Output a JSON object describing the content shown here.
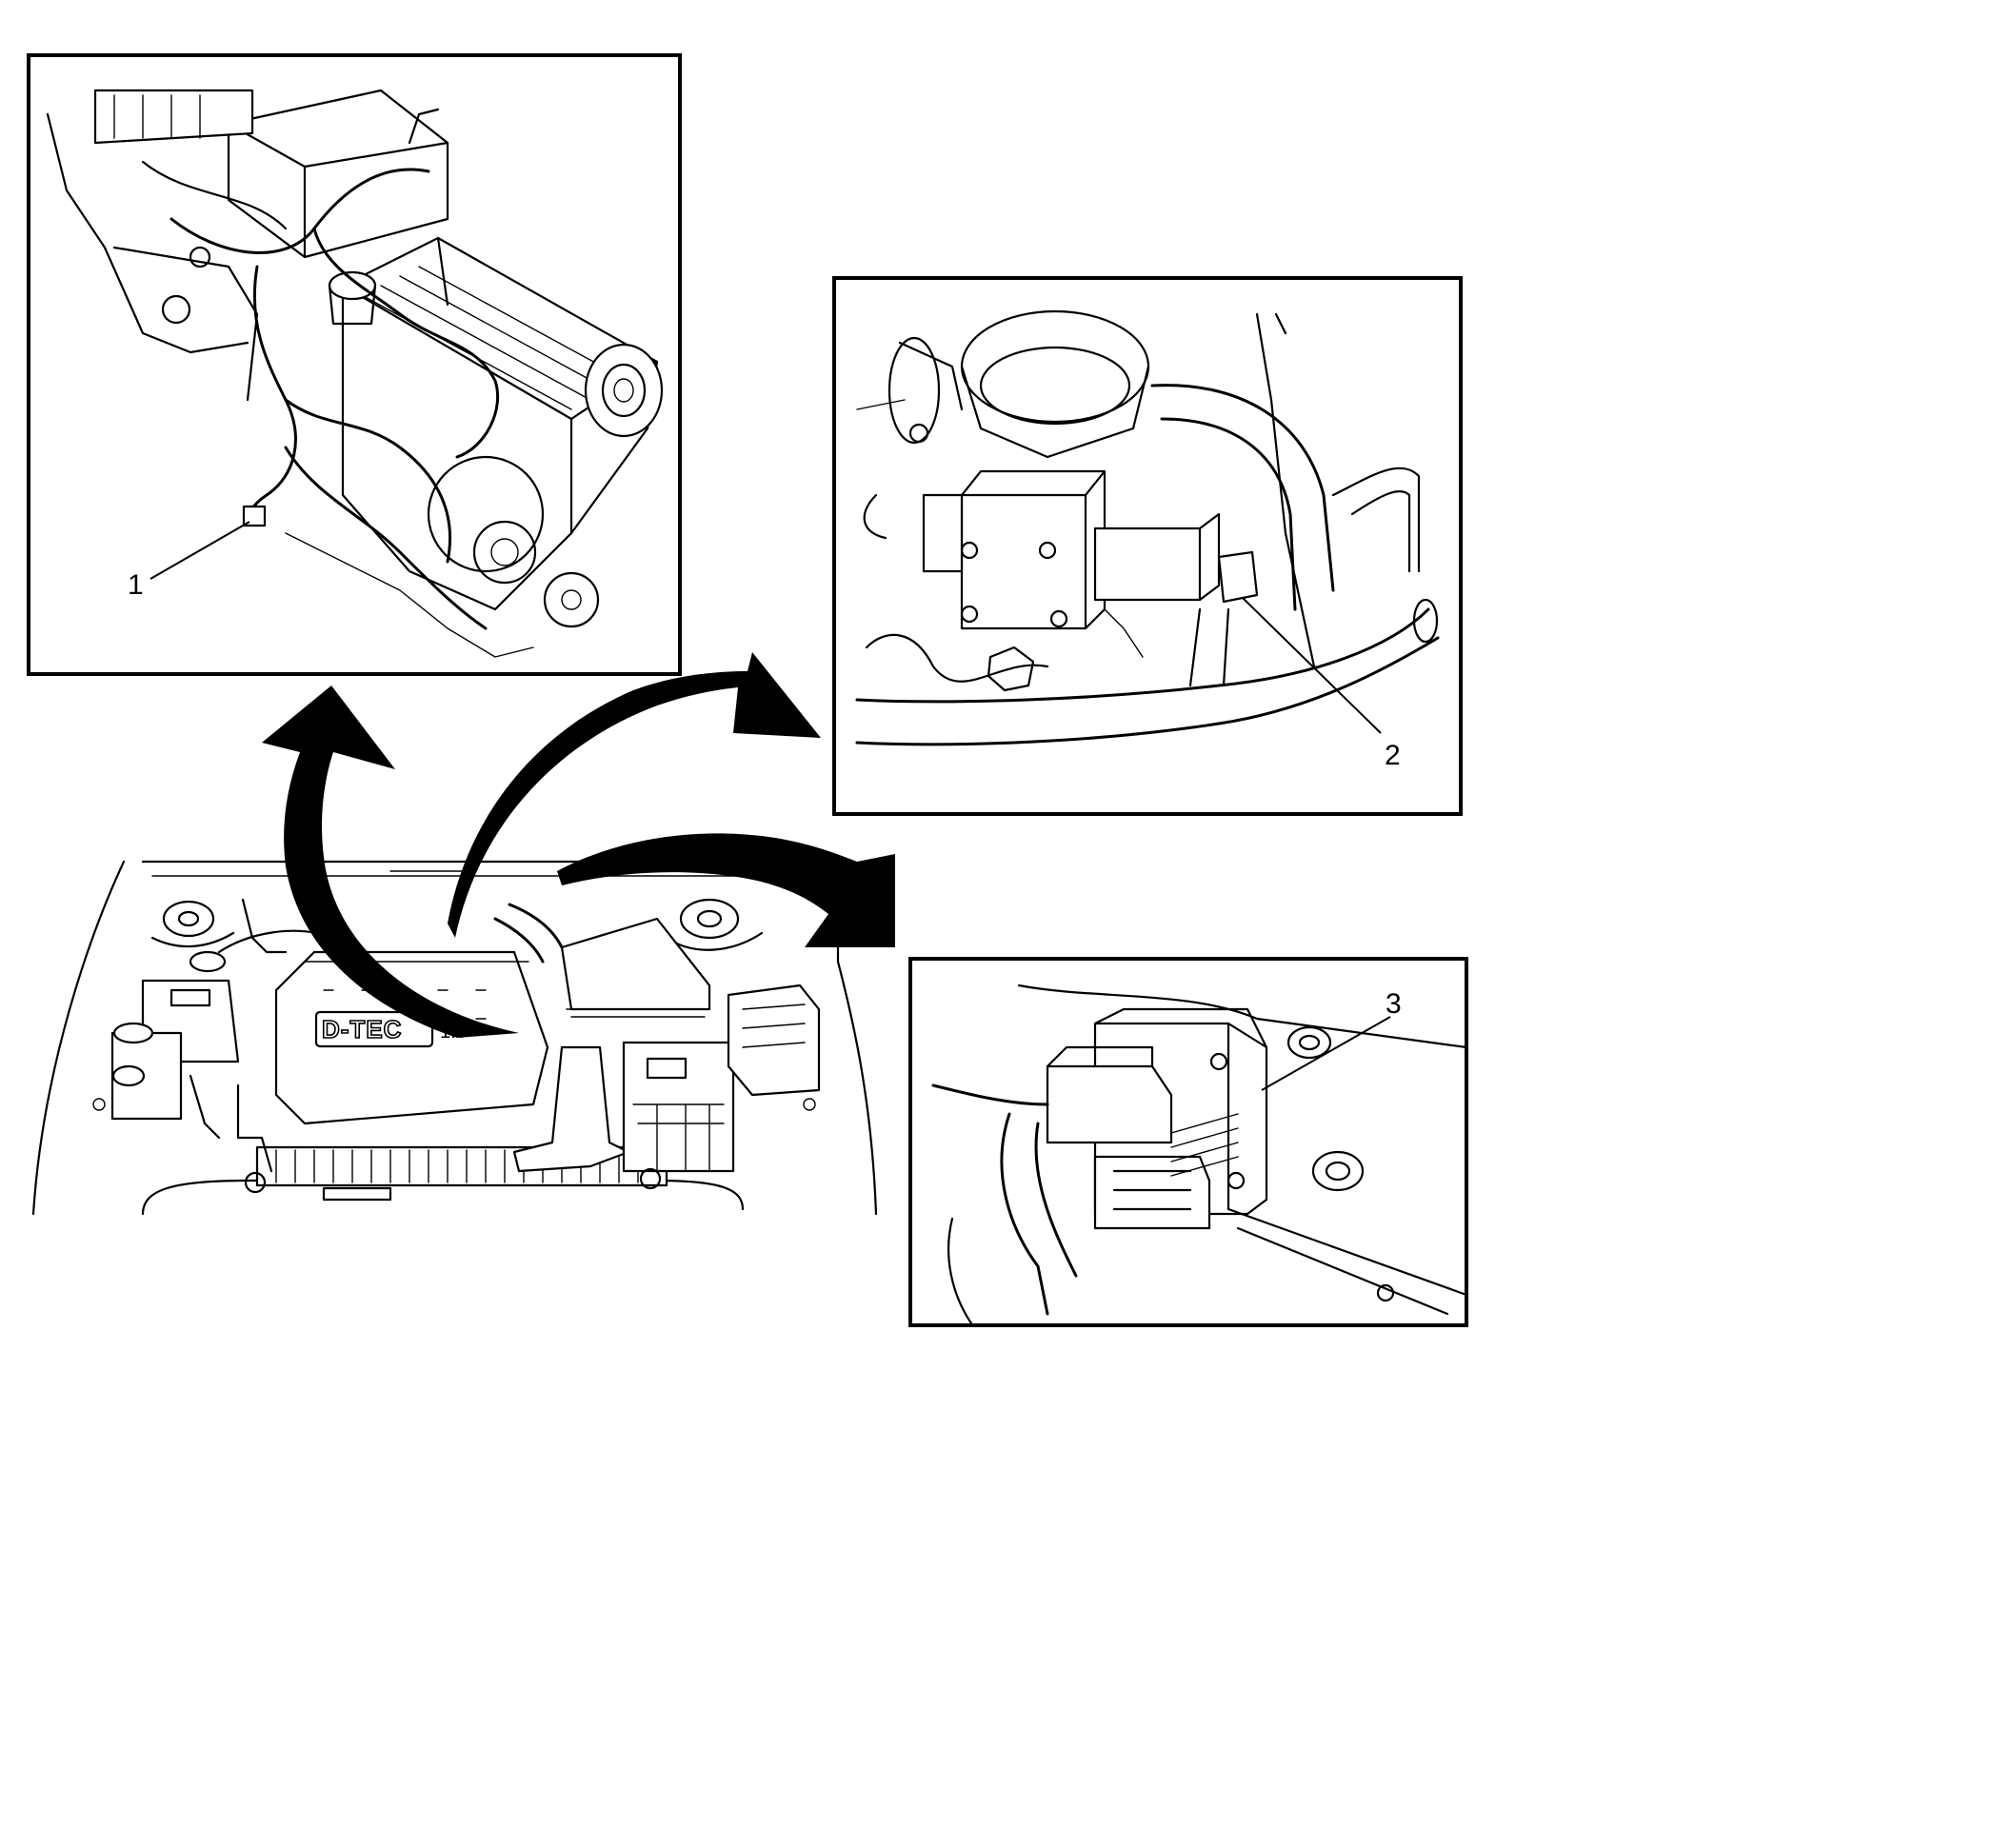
{
  "callouts": [
    {
      "id": "1",
      "label": "1"
    },
    {
      "id": "2",
      "label": "2"
    },
    {
      "id": "3",
      "label": "3"
    }
  ],
  "engine_cover": {
    "logo": "D-TEC",
    "size_mark": "1.6"
  },
  "icons": [
    "arrow-to-detail-1",
    "arrow-to-detail-2",
    "arrow-to-detail-3"
  ],
  "colors": {
    "line": "#000000",
    "background": "#ffffff"
  }
}
